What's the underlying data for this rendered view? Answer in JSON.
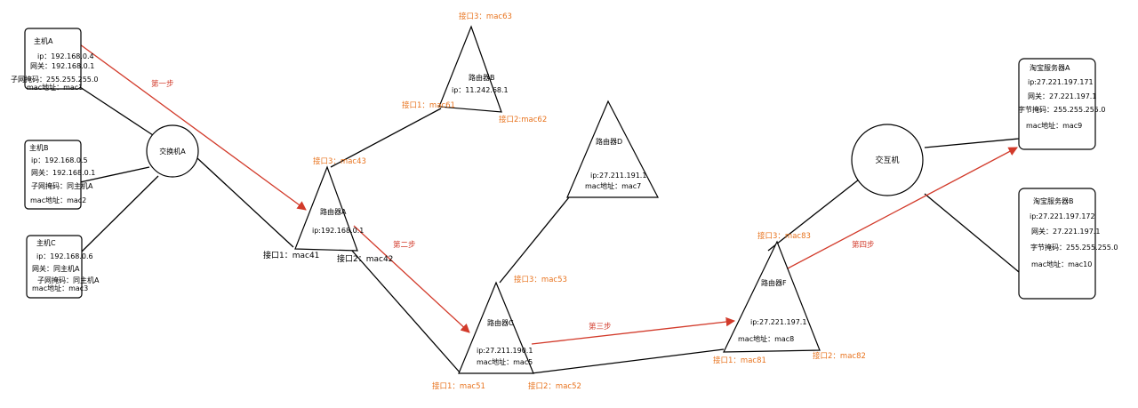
{
  "hosts": {
    "a": {
      "title": "主机A",
      "ip": "ip：192.168.0.4",
      "gateway": "网关：192.168.0.1",
      "mask": "子网掩码：255.255.255.0",
      "mac": "mac地址：mac1"
    },
    "b": {
      "title": "主机B",
      "ip": "ip：192.168.0.5",
      "gateway": "网关：192.168.0.1",
      "mask": "子网掩码：同主机A",
      "mac": "mac地址：mac2"
    },
    "c": {
      "title": "主机C",
      "ip": "ip：192.168.0.6",
      "gateway": "网关：同主机A",
      "mask": "子网掩码：同主机A",
      "mac": "mac地址：mac3"
    }
  },
  "switch_a": {
    "label": "交换机A"
  },
  "switch_b": {
    "label": "交互机"
  },
  "routers": {
    "a": {
      "name": "路由器A",
      "ip": "ip:192.168.0.1",
      "p1": "接口1：mac41",
      "p2": "接口2：mac42",
      "p3": "接口3：mac43"
    },
    "b": {
      "name": "路由器B",
      "ip": "ip：11.242.68.1",
      "p1": "接口1：mac61",
      "p2": "接口2:mac62",
      "p3": "接口3：mac63"
    },
    "c": {
      "name": "路由器C",
      "ip": "ip:27.211.190.1",
      "mac": "mac地址：mac5",
      "p1": "接口1：mac51",
      "p2": "接口2：mac52",
      "p3": "接口3：mac53"
    },
    "d": {
      "name": "路由器D",
      "ip": "ip:27.211.191.1",
      "mac": "mac地址：mac7"
    },
    "f": {
      "name": "路由器F",
      "ip": "ip:27.221.197.1",
      "mac": "mac地址：mac8",
      "p1": "接口1：mac81",
      "p2": "接口2：mac82",
      "p3": "接口3：mac83"
    }
  },
  "servers": {
    "a": {
      "title": "淘宝服务器A",
      "ip": "ip:27.221.197.171",
      "gateway": "网关：27.221.197.1",
      "mask": "字节掩码：255.255.255.0",
      "mac": "mac地址：mac9"
    },
    "b": {
      "title": "淘宝服务器B",
      "ip": "ip:27.221.197.172",
      "gateway": "网关：27.221.197.1",
      "mask": "字节掩码：255.255.255.0",
      "mac": "mac地址：mac10"
    }
  },
  "steps": {
    "s1": "第一步",
    "s2": "第二步",
    "s3": "第三步",
    "s4": "第四步"
  },
  "colors": {
    "port": "#e8731e",
    "flow": "#d23a2a",
    "line": "#000000"
  }
}
